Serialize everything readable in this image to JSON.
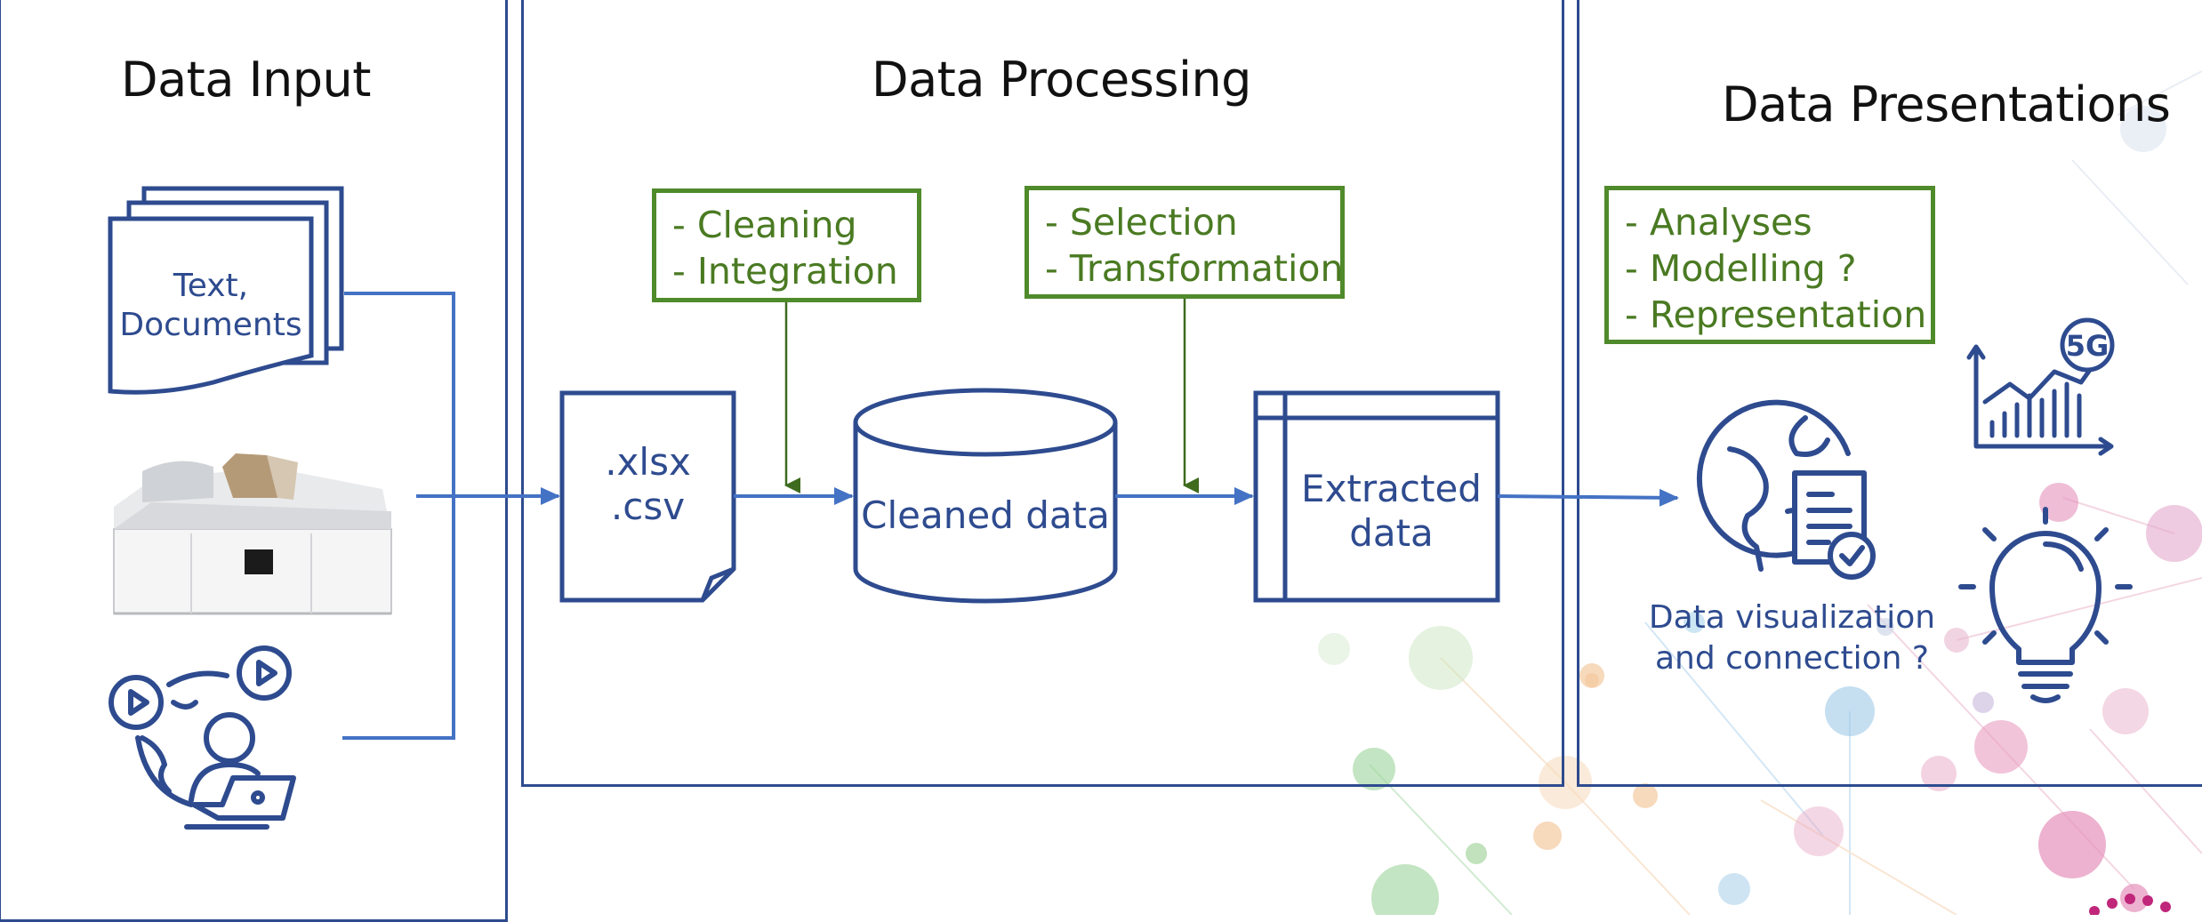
{
  "colors": {
    "blue": "#2e4b8f",
    "arrow_blue": "#4472c4",
    "green": "#4f8a2b",
    "green_text": "#4a7a22"
  },
  "panels": {
    "input": {
      "title": "Data Input"
    },
    "processing": {
      "title": "Data Processing"
    },
    "presentation": {
      "title": "Data Presentations"
    }
  },
  "inputs": {
    "documents_label_line1": "Text,",
    "documents_label_line2": "Documents",
    "instrument_icon": "lab-analyzer-instrument-icon",
    "online_icon": "person-laptop-globe-media-icon"
  },
  "processing": {
    "step1_notes": [
      "- Cleaning",
      "- Integration"
    ],
    "step2_notes": [
      "- Selection",
      "- Transformation"
    ],
    "file_line1": ".xlsx",
    "file_line2": ".csv",
    "database_label": "Cleaned data",
    "extracted_line1": "Extracted",
    "extracted_line2": "data"
  },
  "presentation": {
    "notes": [
      "- Analyses",
      "- Modelling ?",
      "- Representation"
    ],
    "caption_line1": "Data visualization",
    "caption_line2": "and connection ?",
    "icons": [
      "globe-document-check-icon",
      "5g-bar-chart-icon",
      "lightbulb-icon"
    ]
  }
}
